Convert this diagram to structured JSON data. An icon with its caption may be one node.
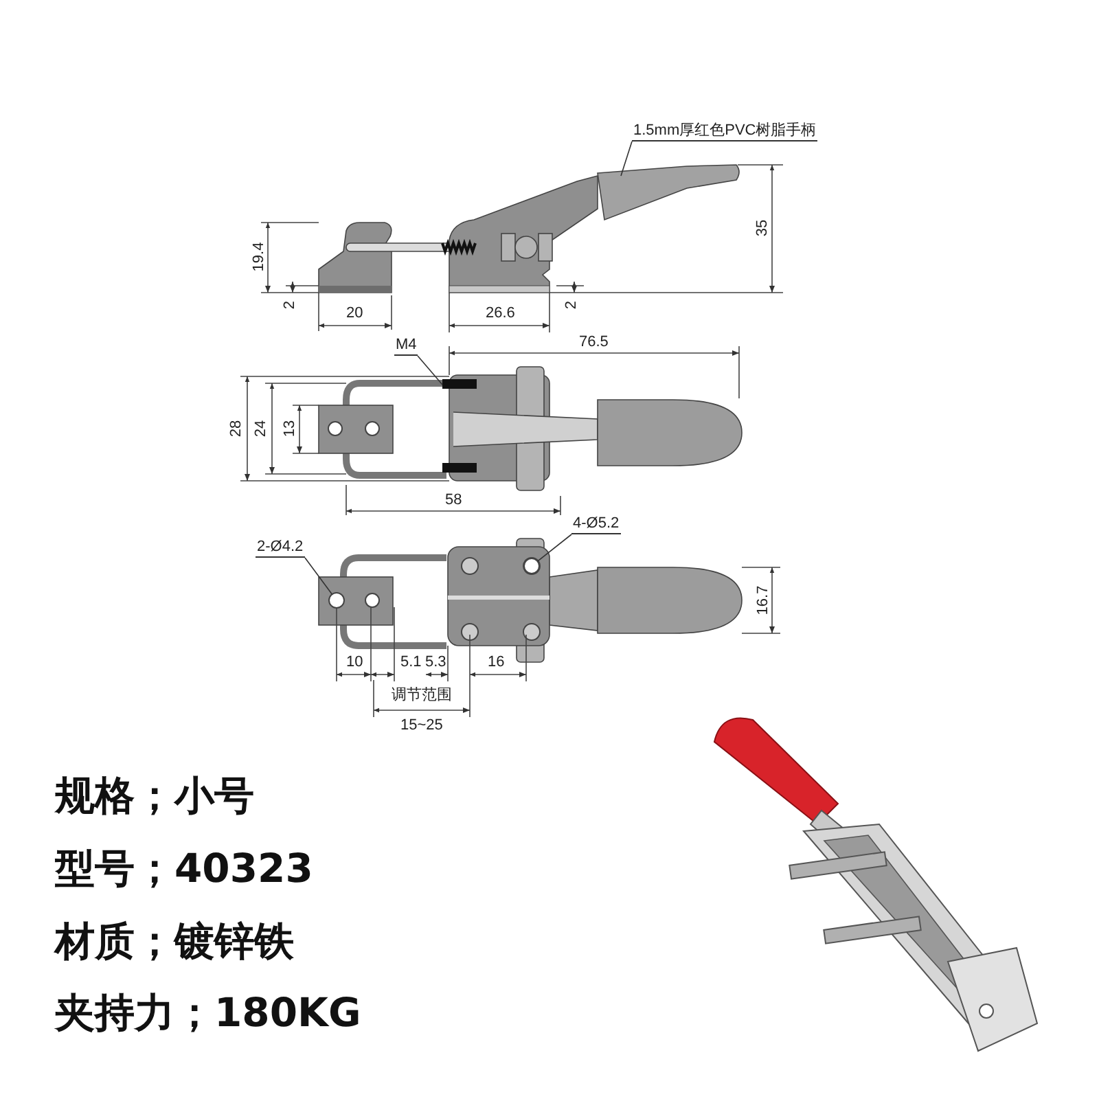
{
  "diagram": {
    "nodes": [
      {
        "text": [
          "1.5mm厚红色PVC树脂手柄"
        ]
      },
      {
        "text": [
          "M4"
        ]
      },
      {
        "text": [
          "2-Ø4.2"
        ]
      },
      {
        "text": [
          "4-Ø5.2"
        ]
      },
      {
        "text": [],
        "shape": "circle"
      },
      {
        "text": [],
        "shape": "circle"
      }
    ],
    "edges": [
      {
        "from": 0,
        "to": null,
        "arrow": "none"
      },
      {
        "from": 1,
        "to": null,
        "arrow": "none"
      },
      {
        "from": 2,
        "to": 4,
        "arrow": "none"
      },
      {
        "from": 3,
        "to": 5,
        "arrow": "none"
      }
    ],
    "labels": [
      "19.4",
      "35",
      "2",
      "20",
      "26.6",
      "2",
      "76.5",
      "28",
      "24",
      "13",
      "58",
      "16.7",
      "10",
      "5.1",
      "5.3",
      "16",
      "调节范围",
      "15~25",
      "规格；小号",
      "型号；40323",
      "材质；镀锌铁",
      "夹持力；180KG"
    ]
  }
}
